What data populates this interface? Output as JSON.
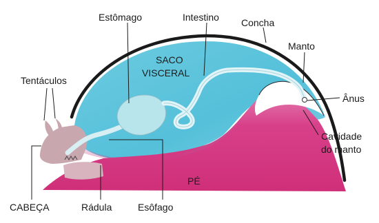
{
  "labels": {
    "estomago": "Estômago",
    "intestino": "Intestino",
    "concha": "Concha",
    "manto": "Manto",
    "tentaculos": "Tentáculos",
    "anus": "Ânus",
    "cavidade_line1": "Cavidade",
    "cavidade_line2": "do manto",
    "cabeca": "CABEÇA",
    "radula": "Rádula",
    "esofago": "Esôfago"
  },
  "body_text": {
    "saco_line1": "SACO",
    "saco_line2": "VISCERAL",
    "pe": "PÉ"
  },
  "colors": {
    "visceral": "#58c3dc",
    "foot": "#d8357e",
    "head": "#c9a7ae",
    "shell": "#1a1a1a",
    "organ": "#b8e4ec"
  }
}
